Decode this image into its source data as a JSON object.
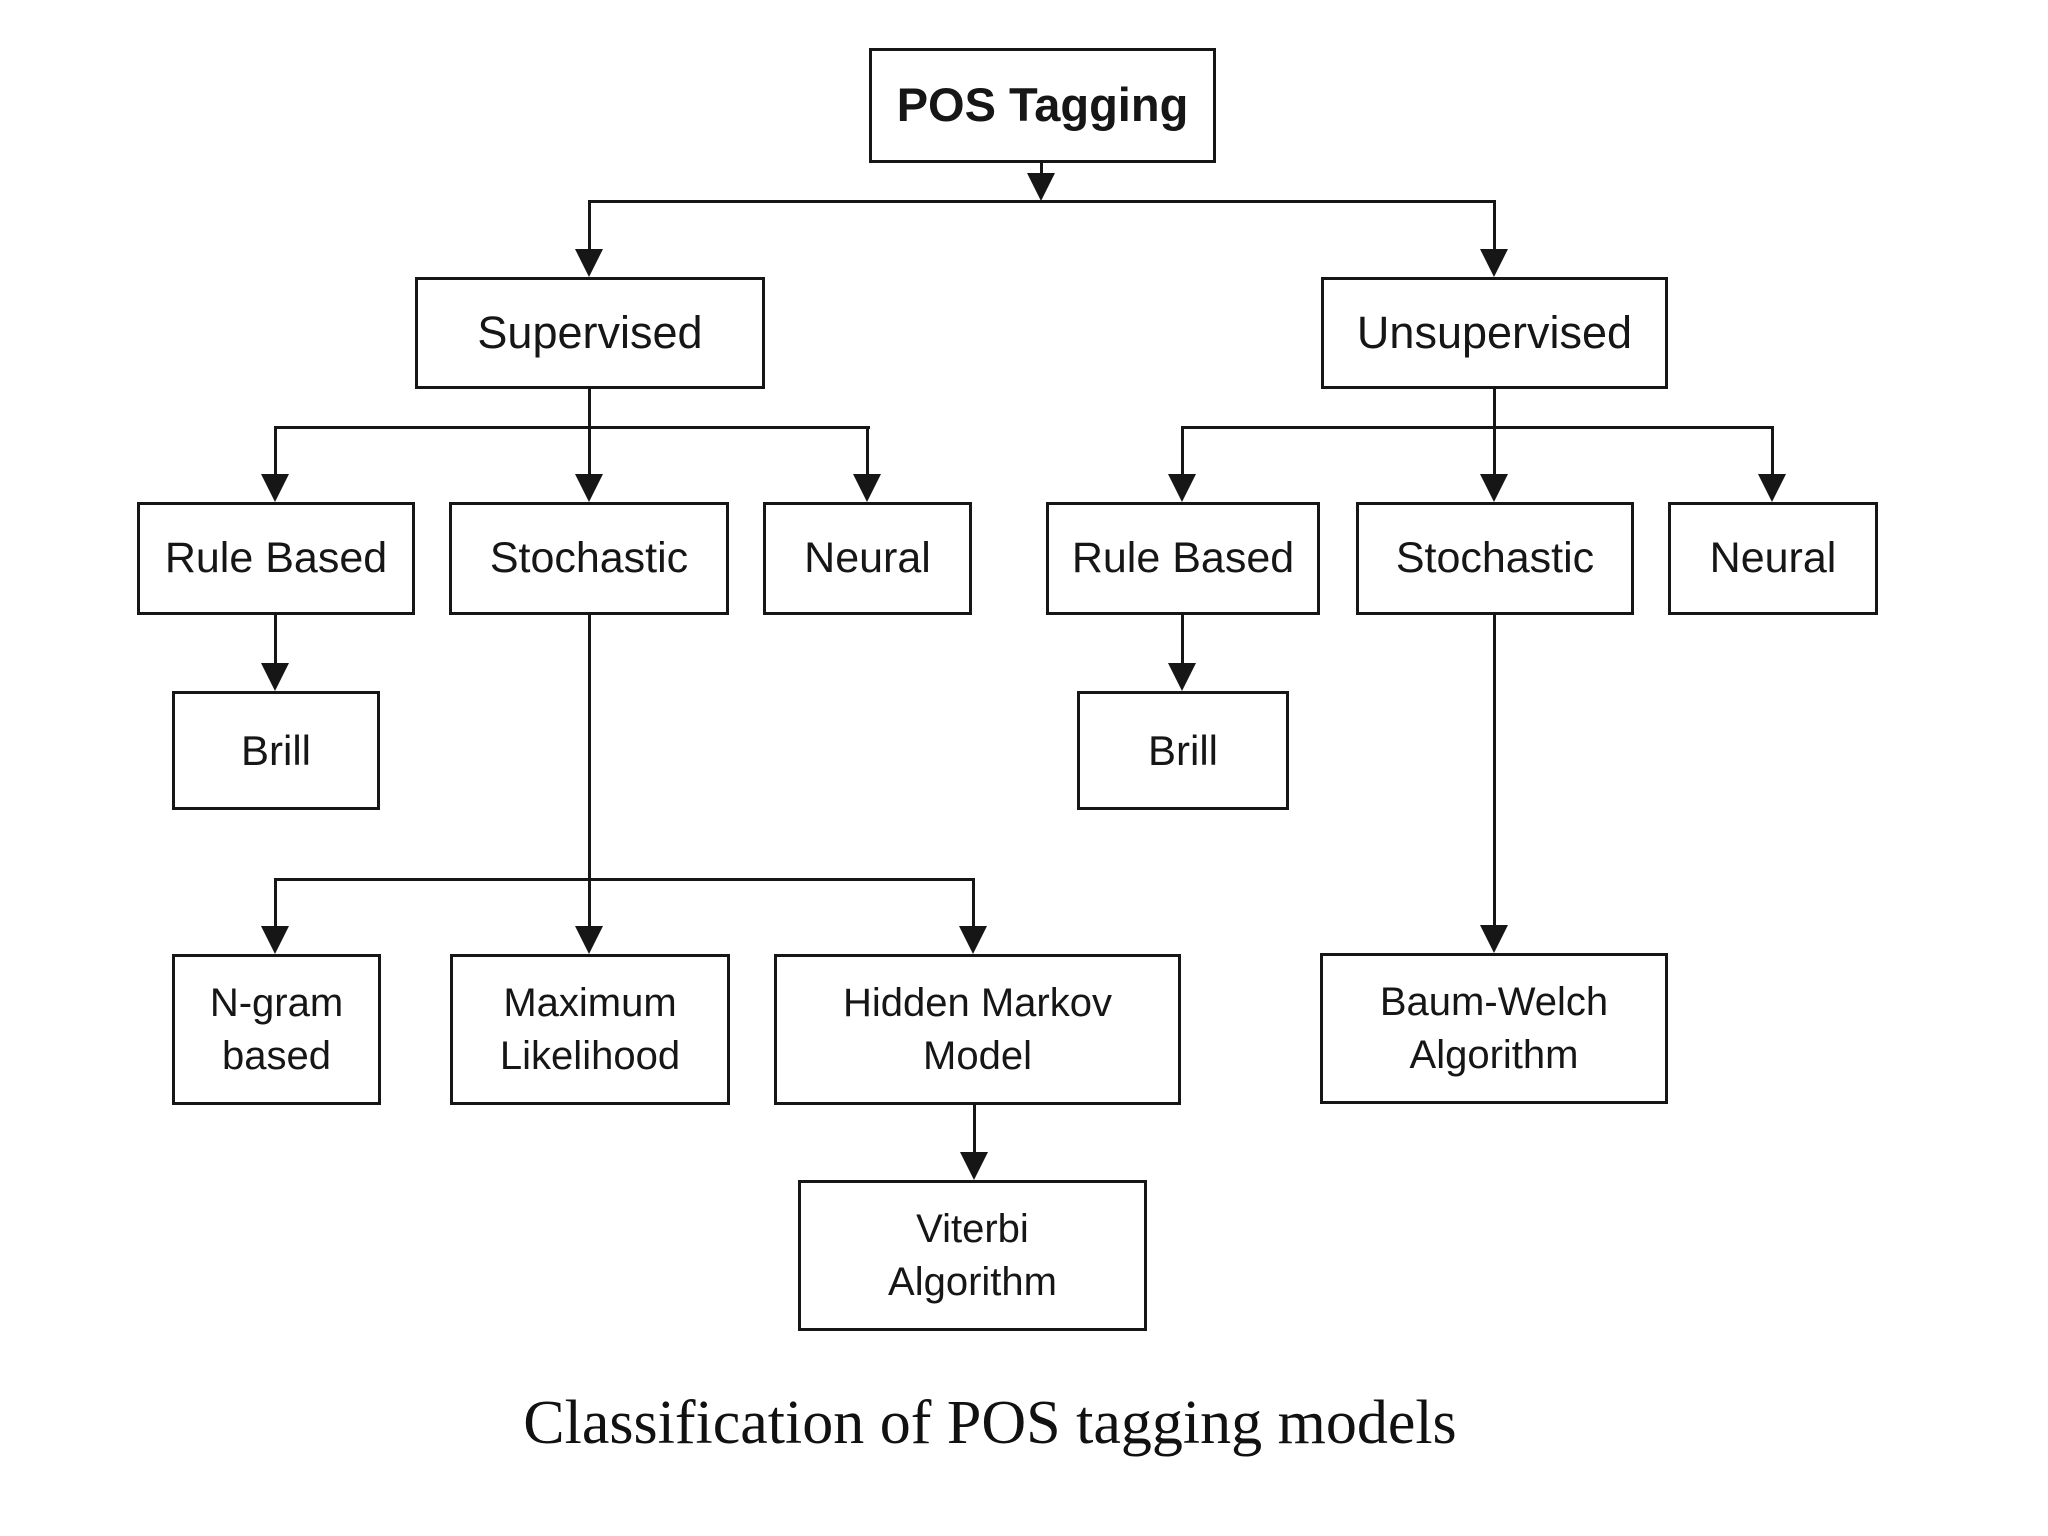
{
  "caption": "Classification of POS tagging models",
  "nodes": {
    "pos_tagging": "POS Tagging",
    "supervised": "Supervised",
    "unsupervised": "Unsupervised",
    "supervised_rule_based": "Rule Based",
    "supervised_stochastic": "Stochastic",
    "supervised_neural": "Neural",
    "unsupervised_rule_based": "Rule Based",
    "unsupervised_stochastic": "Stochastic",
    "unsupervised_neural": "Neural",
    "supervised_brill": "Brill",
    "unsupervised_brill": "Brill",
    "ngram_based": "N-gram\nbased",
    "maximum_likelihood": "Maximum\nLikelihood",
    "hidden_markov_model": "Hidden Markov\nModel",
    "baum_welch": "Baum-Welch\nAlgorithm",
    "viterbi": "Viterbi\nAlgorithm"
  },
  "edges": [
    {
      "from": "pos_tagging",
      "to": "supervised"
    },
    {
      "from": "pos_tagging",
      "to": "unsupervised"
    },
    {
      "from": "supervised",
      "to": "supervised_rule_based"
    },
    {
      "from": "supervised",
      "to": "supervised_stochastic"
    },
    {
      "from": "supervised",
      "to": "supervised_neural"
    },
    {
      "from": "supervised_rule_based",
      "to": "supervised_brill"
    },
    {
      "from": "supervised_stochastic",
      "to": "ngram_based"
    },
    {
      "from": "supervised_stochastic",
      "to": "maximum_likelihood"
    },
    {
      "from": "supervised_stochastic",
      "to": "hidden_markov_model"
    },
    {
      "from": "hidden_markov_model",
      "to": "viterbi"
    },
    {
      "from": "unsupervised",
      "to": "unsupervised_rule_based"
    },
    {
      "from": "unsupervised",
      "to": "unsupervised_stochastic"
    },
    {
      "from": "unsupervised",
      "to": "unsupervised_neural"
    },
    {
      "from": "unsupervised_rule_based",
      "to": "unsupervised_brill"
    },
    {
      "from": "unsupervised_stochastic",
      "to": "baum_welch"
    }
  ],
  "colors": {
    "background": "#ffffff",
    "line": "#161616",
    "text": "#161616",
    "box_fill": "#ffffff"
  }
}
